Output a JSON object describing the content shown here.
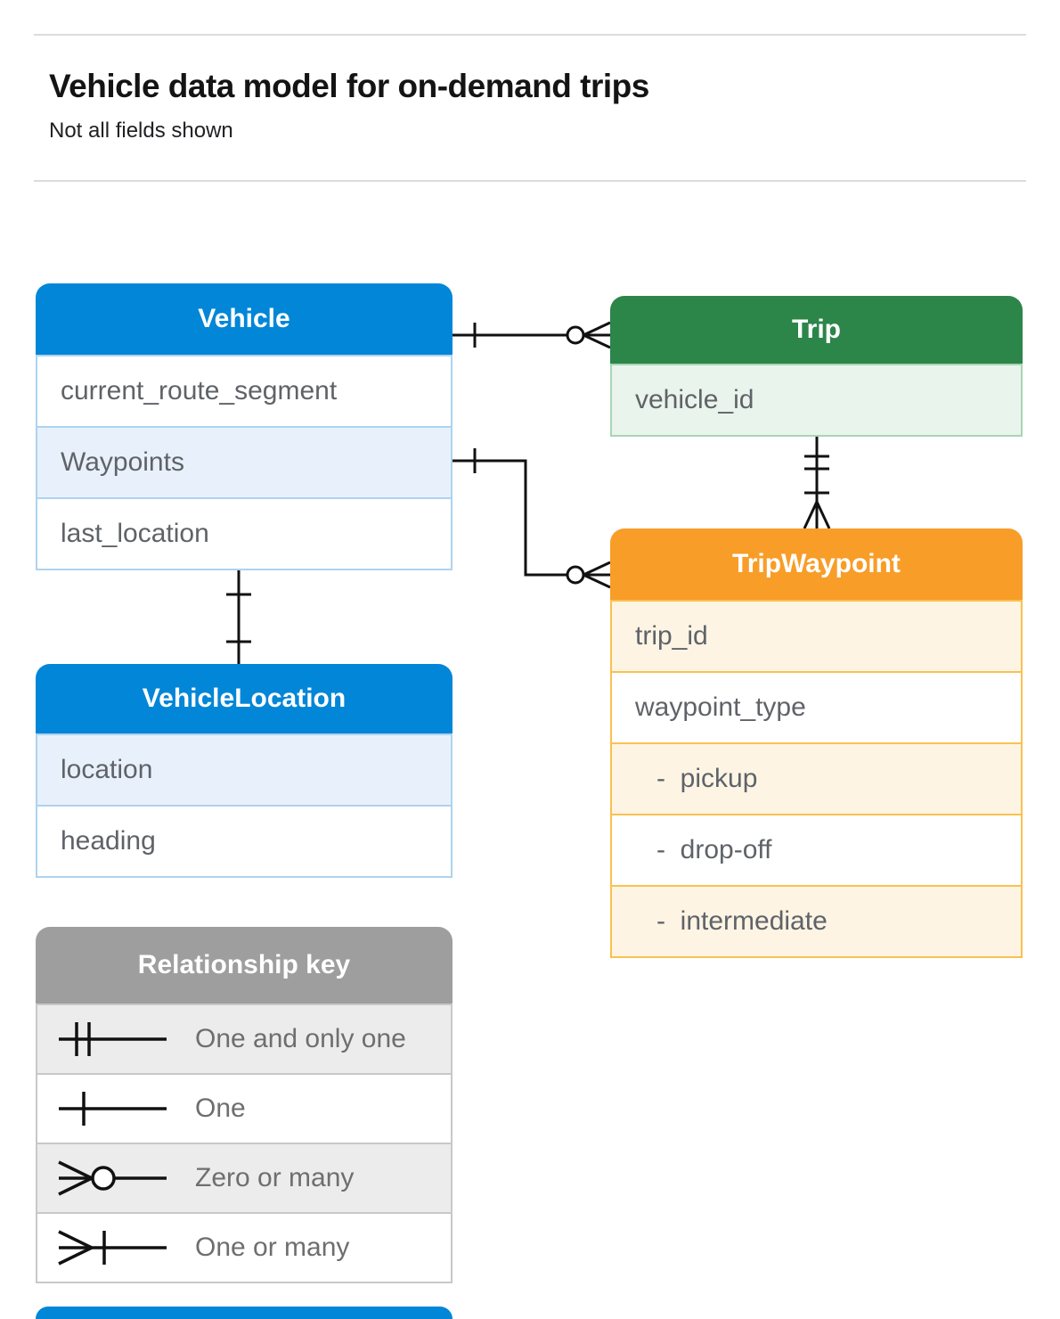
{
  "page": {
    "title": "Vehicle data model for on-demand trips",
    "subtitle": "Not all fields shown"
  },
  "colors": {
    "blue": "#0286d8",
    "blue_light": "#e8f1fb",
    "blue_border": "#aed3f0",
    "green": "#2c8549",
    "green_light": "#e9f4ec",
    "green_border": "#a9d4b3",
    "orange": "#f89d28",
    "orange_light": "#fdf4e4",
    "orange_border": "#fac150",
    "gray": "#9e9e9e",
    "gray_light": "#ececec",
    "gray_border": "#c8c8c8",
    "connector": "#111111",
    "field_text": "#5f6368"
  },
  "tables": {
    "vehicle": {
      "title": "Vehicle",
      "rows": [
        "current_route_segment",
        "Waypoints",
        "last_location"
      ]
    },
    "trip": {
      "title": "Trip",
      "rows": [
        "vehicle_id"
      ]
    },
    "trip_waypoint": {
      "title": "TripWaypoint",
      "rows": [
        "trip_id",
        "waypoint_type",
        "-  pickup",
        "-  drop-off",
        "-  intermediate"
      ]
    },
    "vehicle_location": {
      "title": "VehicleLocation",
      "rows": [
        "location",
        "heading"
      ]
    }
  },
  "key": {
    "title": "Relationship key",
    "items": [
      {
        "symbol": "one-and-only-one",
        "label": "One and only one"
      },
      {
        "symbol": "one",
        "label": "One"
      },
      {
        "symbol": "zero-or-many",
        "label": "Zero or many"
      },
      {
        "symbol": "one-or-many",
        "label": "One or many"
      }
    ]
  },
  "relationships": [
    {
      "from": "Vehicle",
      "to": "Trip",
      "from_end": "one",
      "to_end": "zero-or-many"
    },
    {
      "from": "Vehicle.Waypoints",
      "to": "TripWaypoint",
      "from_end": "one",
      "to_end": "zero-or-many"
    },
    {
      "from": "Trip",
      "to": "TripWaypoint",
      "from_end": "one-and-only-one",
      "to_end": "one-or-many"
    },
    {
      "from": "Vehicle",
      "to": "VehicleLocation",
      "from_end": "one",
      "to_end": "one"
    }
  ]
}
